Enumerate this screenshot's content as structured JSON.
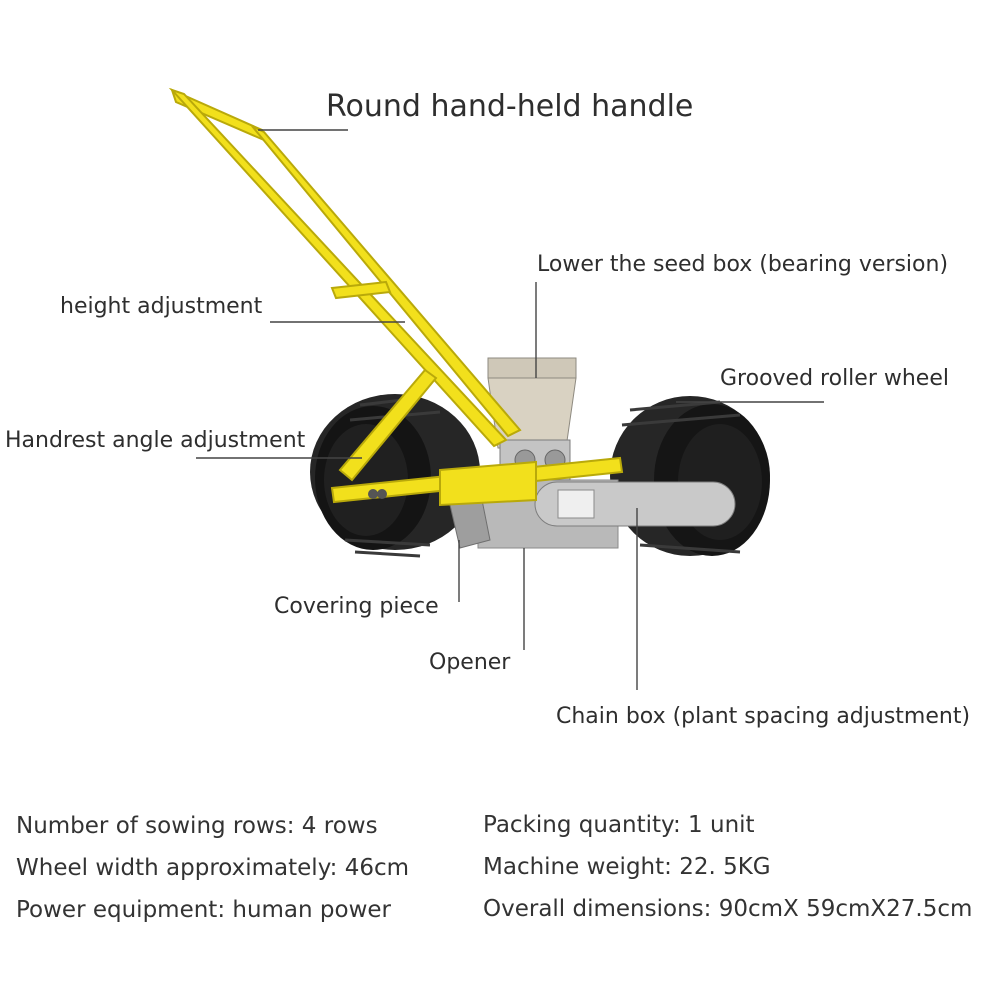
{
  "labels": {
    "handle": "Round hand-held handle",
    "seed_box": "Lower the seed box (bearing version)",
    "height": "height adjustment",
    "roller": "Grooved roller wheel",
    "handrest": "Handrest angle adjustment",
    "covering": "Covering piece",
    "opener": "Opener",
    "chain_box": "Chain box (plant spacing adjustment)"
  },
  "specs": {
    "rows": "Number of sowing rows: 4 rows",
    "wheel_width": "Wheel width approximately: 46cm",
    "power": "Power equipment: human power",
    "packing": "Packing quantity: 1 unit",
    "weight": "Machine weight: 22. 5KG",
    "dimensions": "Overall dimensions: 90cmX 59cmX27.5cm"
  },
  "colors": {
    "frame": "#f2e01c",
    "frame_edge": "#b9a90a",
    "tire": "#1c1c1c",
    "metal": "#b8b8b8",
    "leader": "#444444"
  }
}
